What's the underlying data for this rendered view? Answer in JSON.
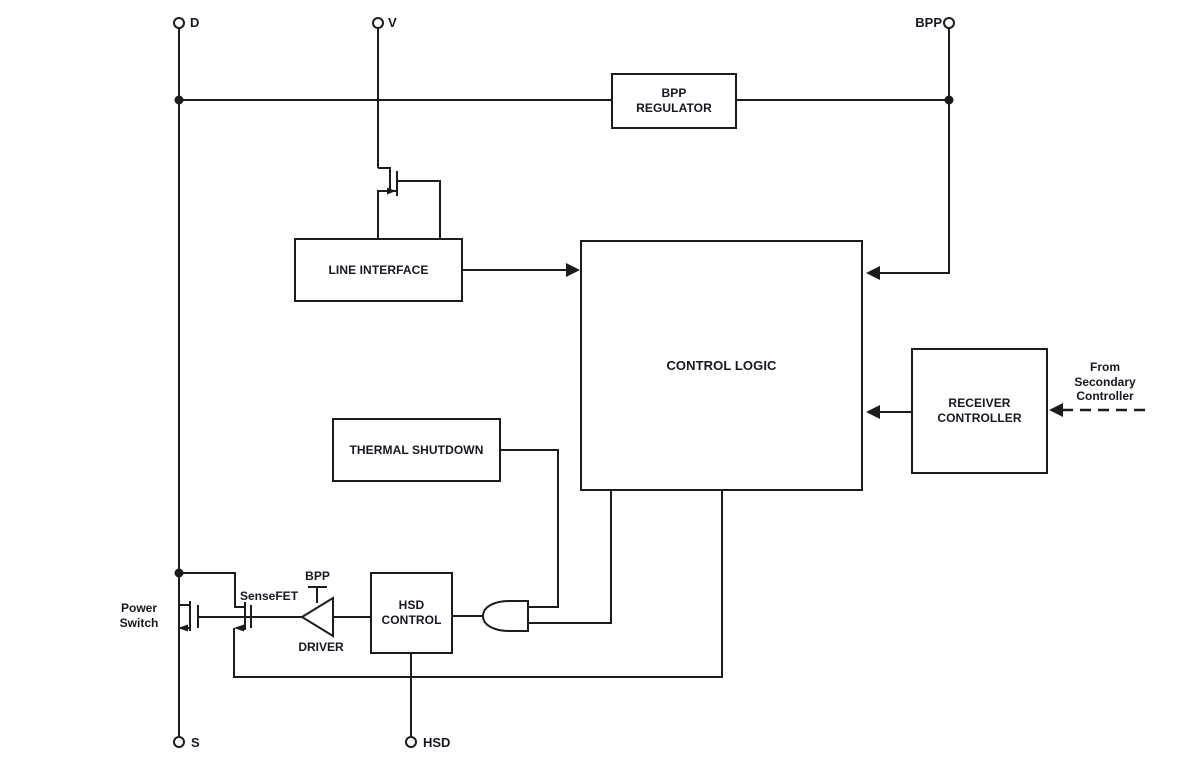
{
  "diagram": {
    "title": "power-ic-block-diagram",
    "colors": {
      "background": "#ffffff",
      "line": "#1c1c1c",
      "text": "#17171f"
    },
    "pins": {
      "d": "D",
      "v": "V",
      "bpp_top": "BPP",
      "s": "S",
      "hsd": "HSD"
    },
    "blocks": {
      "bpp_regulator": "BPP REGULATOR",
      "line_interface": "LINE INTERFACE",
      "control_logic": "CONTROL LOGIC",
      "receiver_controller": "RECEIVER CONTROLLER",
      "thermal_shutdown": "THERMAL SHUTDOWN",
      "hsd_control": "HSD CONTROL"
    },
    "labels": {
      "power_switch": "Power Switch",
      "sensefet": "SenseFET",
      "driver": "DRIVER",
      "driver_supply": "BPP",
      "from_secondary": "From Secondary Controller"
    }
  }
}
